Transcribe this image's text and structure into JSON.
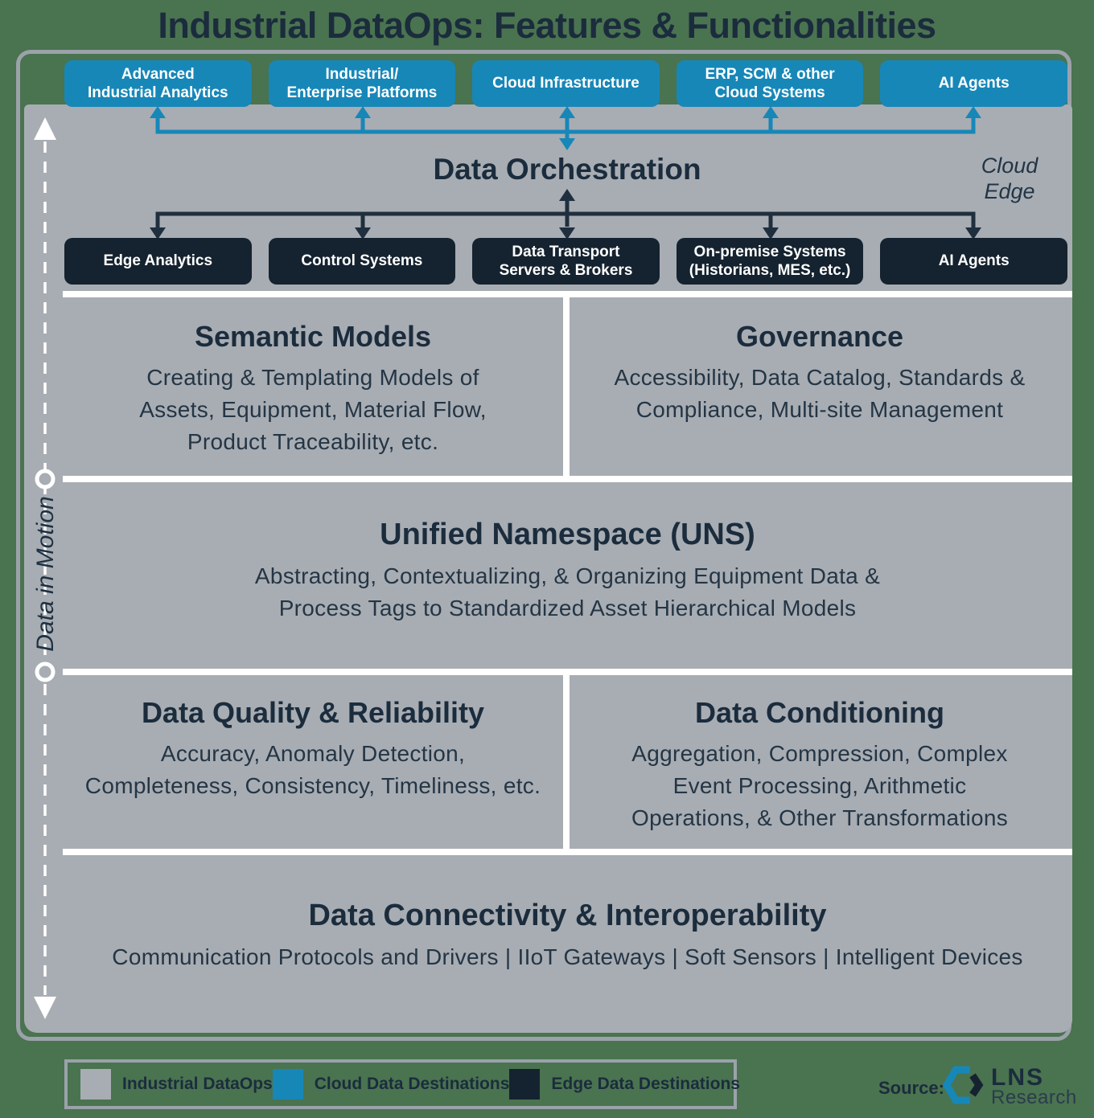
{
  "title": "Industrial DataOps: Features & Functionalities",
  "colors": {
    "background_green": "#4A7350",
    "panel_gray": "#A8ADB3",
    "cloud_blue": "#1787B8",
    "edge_navy": "#15222F",
    "text_navy": "#1B2C3D",
    "border_gray": "#9BA2A9",
    "divider_white": "#FFFFFF"
  },
  "cloud_destinations": [
    {
      "label": "Advanced\nIndustrial Analytics"
    },
    {
      "label": "Industrial/\nEnterprise Platforms"
    },
    {
      "label": "Cloud Infrastructure"
    },
    {
      "label": "ERP, SCM & other\nCloud Systems"
    },
    {
      "label": "AI Agents"
    }
  ],
  "orchestration_label": "Data Orchestration",
  "cloud_edge_label": "Cloud\nEdge",
  "edge_destinations": [
    {
      "label": "Edge Analytics"
    },
    {
      "label": "Control Systems"
    },
    {
      "label": "Data Transport\nServers & Brokers"
    },
    {
      "label": "On-premise Systems\n(Historians, MES, etc.)"
    },
    {
      "label": "AI Agents"
    }
  ],
  "data_in_motion_label": "Data in Motion",
  "sections": {
    "semantic_models": {
      "title": "Semantic Models",
      "body": "Creating & Templating Models of\nAssets, Equipment, Material Flow,\nProduct Traceability, etc."
    },
    "governance": {
      "title": "Governance",
      "body": "Accessibility, Data Catalog, Standards &\nCompliance, Multi-site Management"
    },
    "uns": {
      "title": "Unified Namespace (UNS)",
      "body": "Abstracting, Contextualizing, & Organizing Equipment Data &\nProcess Tags to Standardized Asset Hierarchical Models"
    },
    "data_quality": {
      "title": "Data Quality & Reliability",
      "body": "Accuracy, Anomaly Detection,\nCompleteness, Consistency, Timeliness, etc."
    },
    "data_conditioning": {
      "title": "Data Conditioning",
      "body": "Aggregation, Compression, Complex\nEvent Processing, Arithmetic\nOperations, & Other Transformations"
    },
    "connectivity": {
      "title": "Data Connectivity & Interoperability",
      "body": "Communication Protocols and Drivers | IIoT Gateways | Soft Sensors | Intelligent Devices"
    }
  },
  "legend": {
    "items": [
      {
        "label": "Industrial DataOps",
        "swatch_color": "#A8ADB3"
      },
      {
        "label": "Cloud Data Destinations",
        "swatch_color": "#1787B8"
      },
      {
        "label": "Edge Data Destinations",
        "swatch_color": "#15222F"
      }
    ]
  },
  "source": {
    "label": "Source:",
    "logo_name": "LNS",
    "logo_sub": "Research"
  }
}
